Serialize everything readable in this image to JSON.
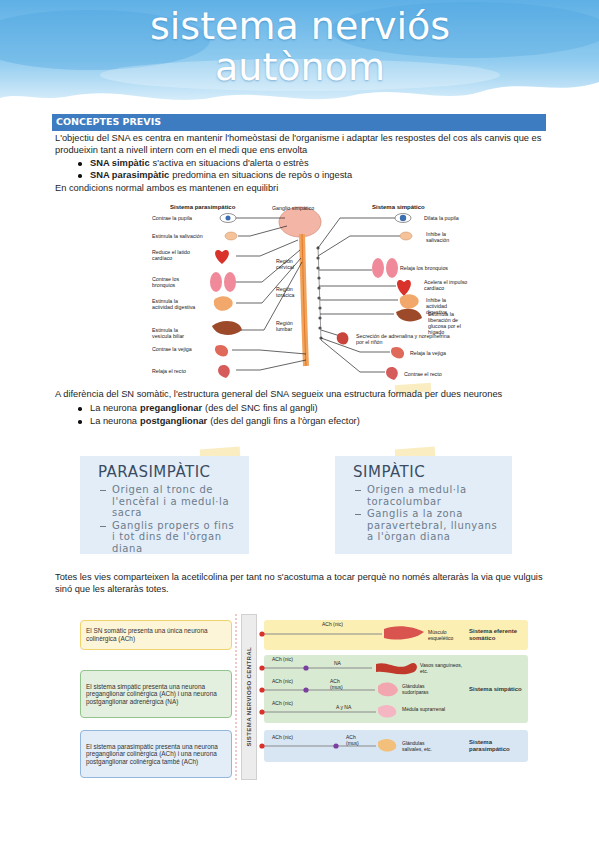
{
  "diagram": {
    "title": "sistema nerviós autònom",
    "nodes": [
      {
        "text": [
          "CONCEPTES PREVIS"
        ]
      },
      {
        "text": [
          "PARASIMPÀTIC",
          "Origen al tronc de l'encèfal i a medul·la sacra",
          "Ganglis propers o fins i tot dins de l'òrgan diana"
        ]
      },
      {
        "text": [
          "SIMPÀTIC",
          "Origen a medul·la toracolumbar",
          "Ganglis a la zona paravertebral, llunyans a l'òrgan diana"
        ]
      },
      {
        "text": [
          "El SN somàtic presenta una única neurona colinèrgica (ACh)"
        ]
      },
      {
        "text": [
          "El sistema simpàtic presenta una neurona preganglionar colinèrgica (ACh) i una neurona postganglionar adrenèrgica (NA)"
        ]
      },
      {
        "text": [
          "El sistema parasimpàtic presenta una neurona preganglionar colinèrgica (ACh) i una neurona postganglionar colinèrgica també (ACh)"
        ]
      },
      {
        "text": [
          "SISTEMA NERVIOSO CENTRAL"
        ]
      },
      {
        "text": [
          "Sistema eferente somático"
        ]
      },
      {
        "text": [
          "Sistema simpático"
        ]
      },
      {
        "text": [
          "Sistema parasimpático"
        ]
      }
    ],
    "labels": [
      "L'objectiu del SNA es centra en mantenir l'homeòstasi de l'organisme i adaptar les respostes del cos als canvis que es produeixin tant a nivell intern com en el medi que ens envolta",
      "SNA simpàtic",
      "s'activa en situacions d'alerta o estrès",
      "SNA parasimpàtic",
      "predomina en situacions de repòs o ingesta",
      "En condicions normal ambos es mantenen en equilibri",
      "Sistema parasimpático",
      "Ganglio simpático",
      "Sistema simpático",
      "Contrae la pupila",
      "Estimula la salivación",
      "Reduce el latido cardíaco",
      "Contrae los bronquios",
      "Estimula la actividad digestiva",
      "Estimula la vesícula biliar",
      "Contrae la vejiga",
      "Relaja el recto",
      "Región cervical",
      "Región torácica",
      "Región lumbar",
      "Dilata la pupila",
      "Inhibe la salivación",
      "Relaja los bronquios",
      "Acelera el impulso cardíaco",
      "Inhibe la actividad digestiva",
      "Estimula la liberación de glucosa por el hígado",
      "Secreción de adrenalina y norepinefrina por el riñón",
      "Relaja la vejiga",
      "Contrae el recto",
      "A diferència del SN somàtic, l'estructura general del SNA segueix una estructura formada per dues neurones",
      "La neurona",
      "preganglionar",
      "(des del SNC fins al gangli)",
      "La neurona",
      "postganglionar",
      "(des del gangli fins a l'òrgan efector)",
      "Totes les vies comparteixen la acetilcolina per tant no s'acostuma a tocar perquè no només alteraràs la via que vulguis sinó que les alteraràs totes.",
      "ACh (nic)",
      "Músculo esquelético",
      "ACh (nic)",
      "NA",
      "Vasos sanguíneos, etc.",
      "ACh (nic)",
      "ACh (mus)",
      "Glándulas sudoríparas",
      "ACh (nic)",
      "A y NA",
      "Médula suprarrenal",
      "ACh (nic)",
      "ACh (mus)",
      "Glándulas salivales, etc."
    ]
  }
}
